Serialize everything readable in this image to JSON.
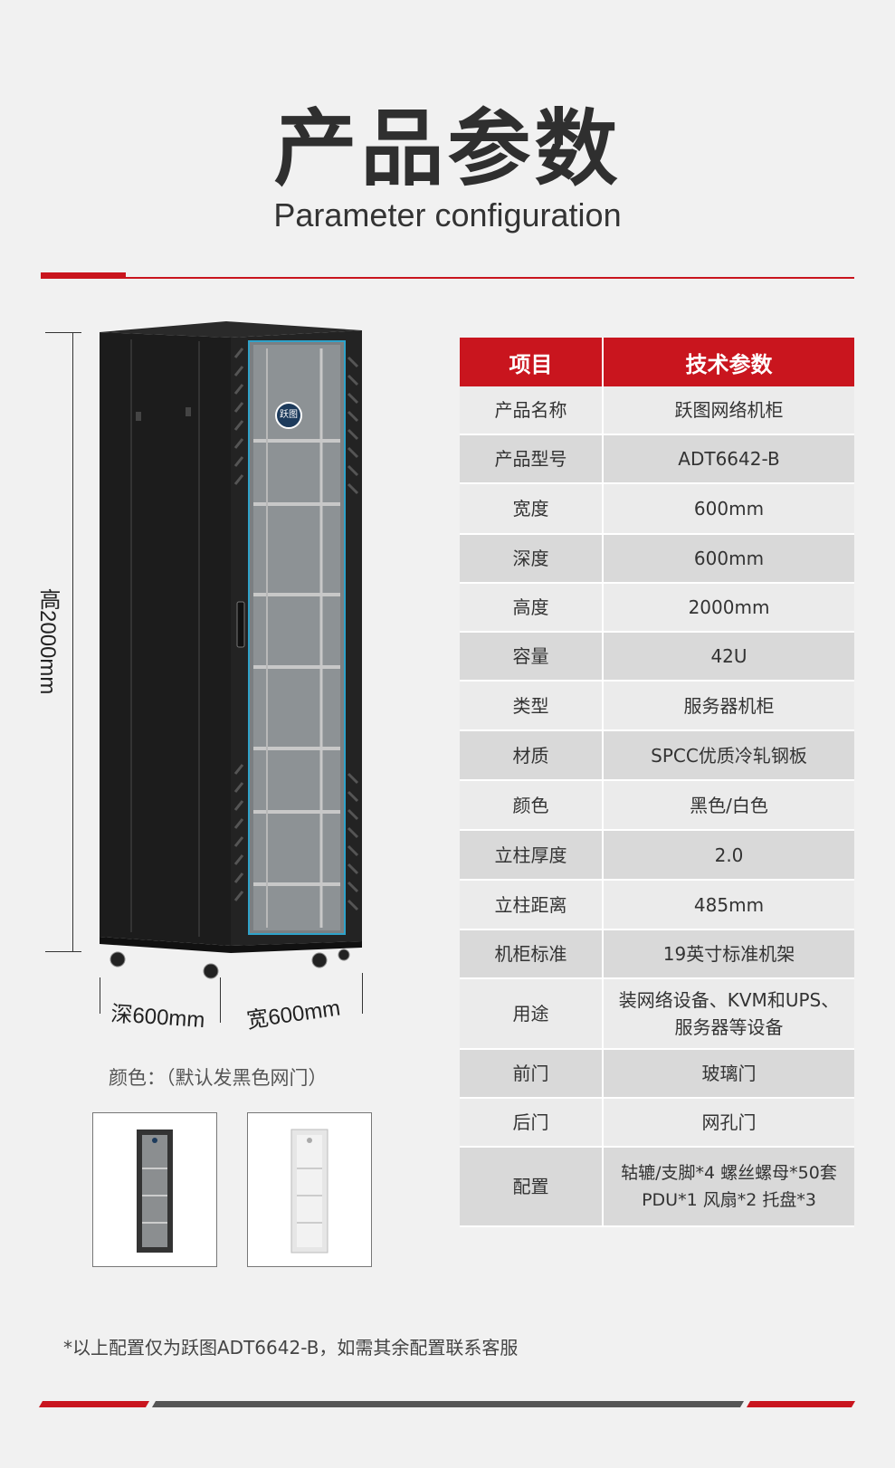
{
  "header": {
    "title_cn": "产品参数",
    "title_en": "Parameter configuration"
  },
  "dimensions": {
    "height_label": "高2000mm",
    "depth_label": "深600mm",
    "width_label": "宽600mm"
  },
  "colors_section": {
    "label": "颜色：（默认发黑色网门）",
    "swatches": [
      "black",
      "white"
    ]
  },
  "logo_text": "跃图",
  "table": {
    "header": [
      "项目",
      "技术参数"
    ],
    "rows": [
      {
        "item": "产品名称",
        "value": "跃图网络机柜"
      },
      {
        "item": "产品型号",
        "value": "ADT6642-B"
      },
      {
        "item": "宽度",
        "value": "600mm"
      },
      {
        "item": "深度",
        "value": "600mm"
      },
      {
        "item": "高度",
        "value": "2000mm"
      },
      {
        "item": "容量",
        "value": "42U"
      },
      {
        "item": "类型",
        "value": "服务器机柜"
      },
      {
        "item": "材质",
        "value": "SPCC优质冷轧钢板"
      },
      {
        "item": "颜色",
        "value": "黑色/白色"
      },
      {
        "item": "立柱厚度",
        "value": "2.0"
      },
      {
        "item": "立柱距离",
        "value": "485mm"
      },
      {
        "item": "机柜标准",
        "value": "19英寸标准机架"
      },
      {
        "item": "用途",
        "value": "装网络设备、KVM和UPS、",
        "value2": "服务器等设备"
      },
      {
        "item": "前门",
        "value": "玻璃门"
      },
      {
        "item": "后门",
        "value": "网孔门"
      },
      {
        "item": "配置",
        "value": "轱辘/支脚*4 螺丝螺母*50套",
        "value2": "PDU*1 风扇*2  托盘*3"
      }
    ]
  },
  "footnote": "*以上配置仅为跃图ADT6642-B，如需其余配置联系客服",
  "theme": {
    "accent": "#c9151e",
    "background": "#f1f1f1",
    "row_light": "#ebebeb",
    "row_dark": "#d9d9d9"
  }
}
